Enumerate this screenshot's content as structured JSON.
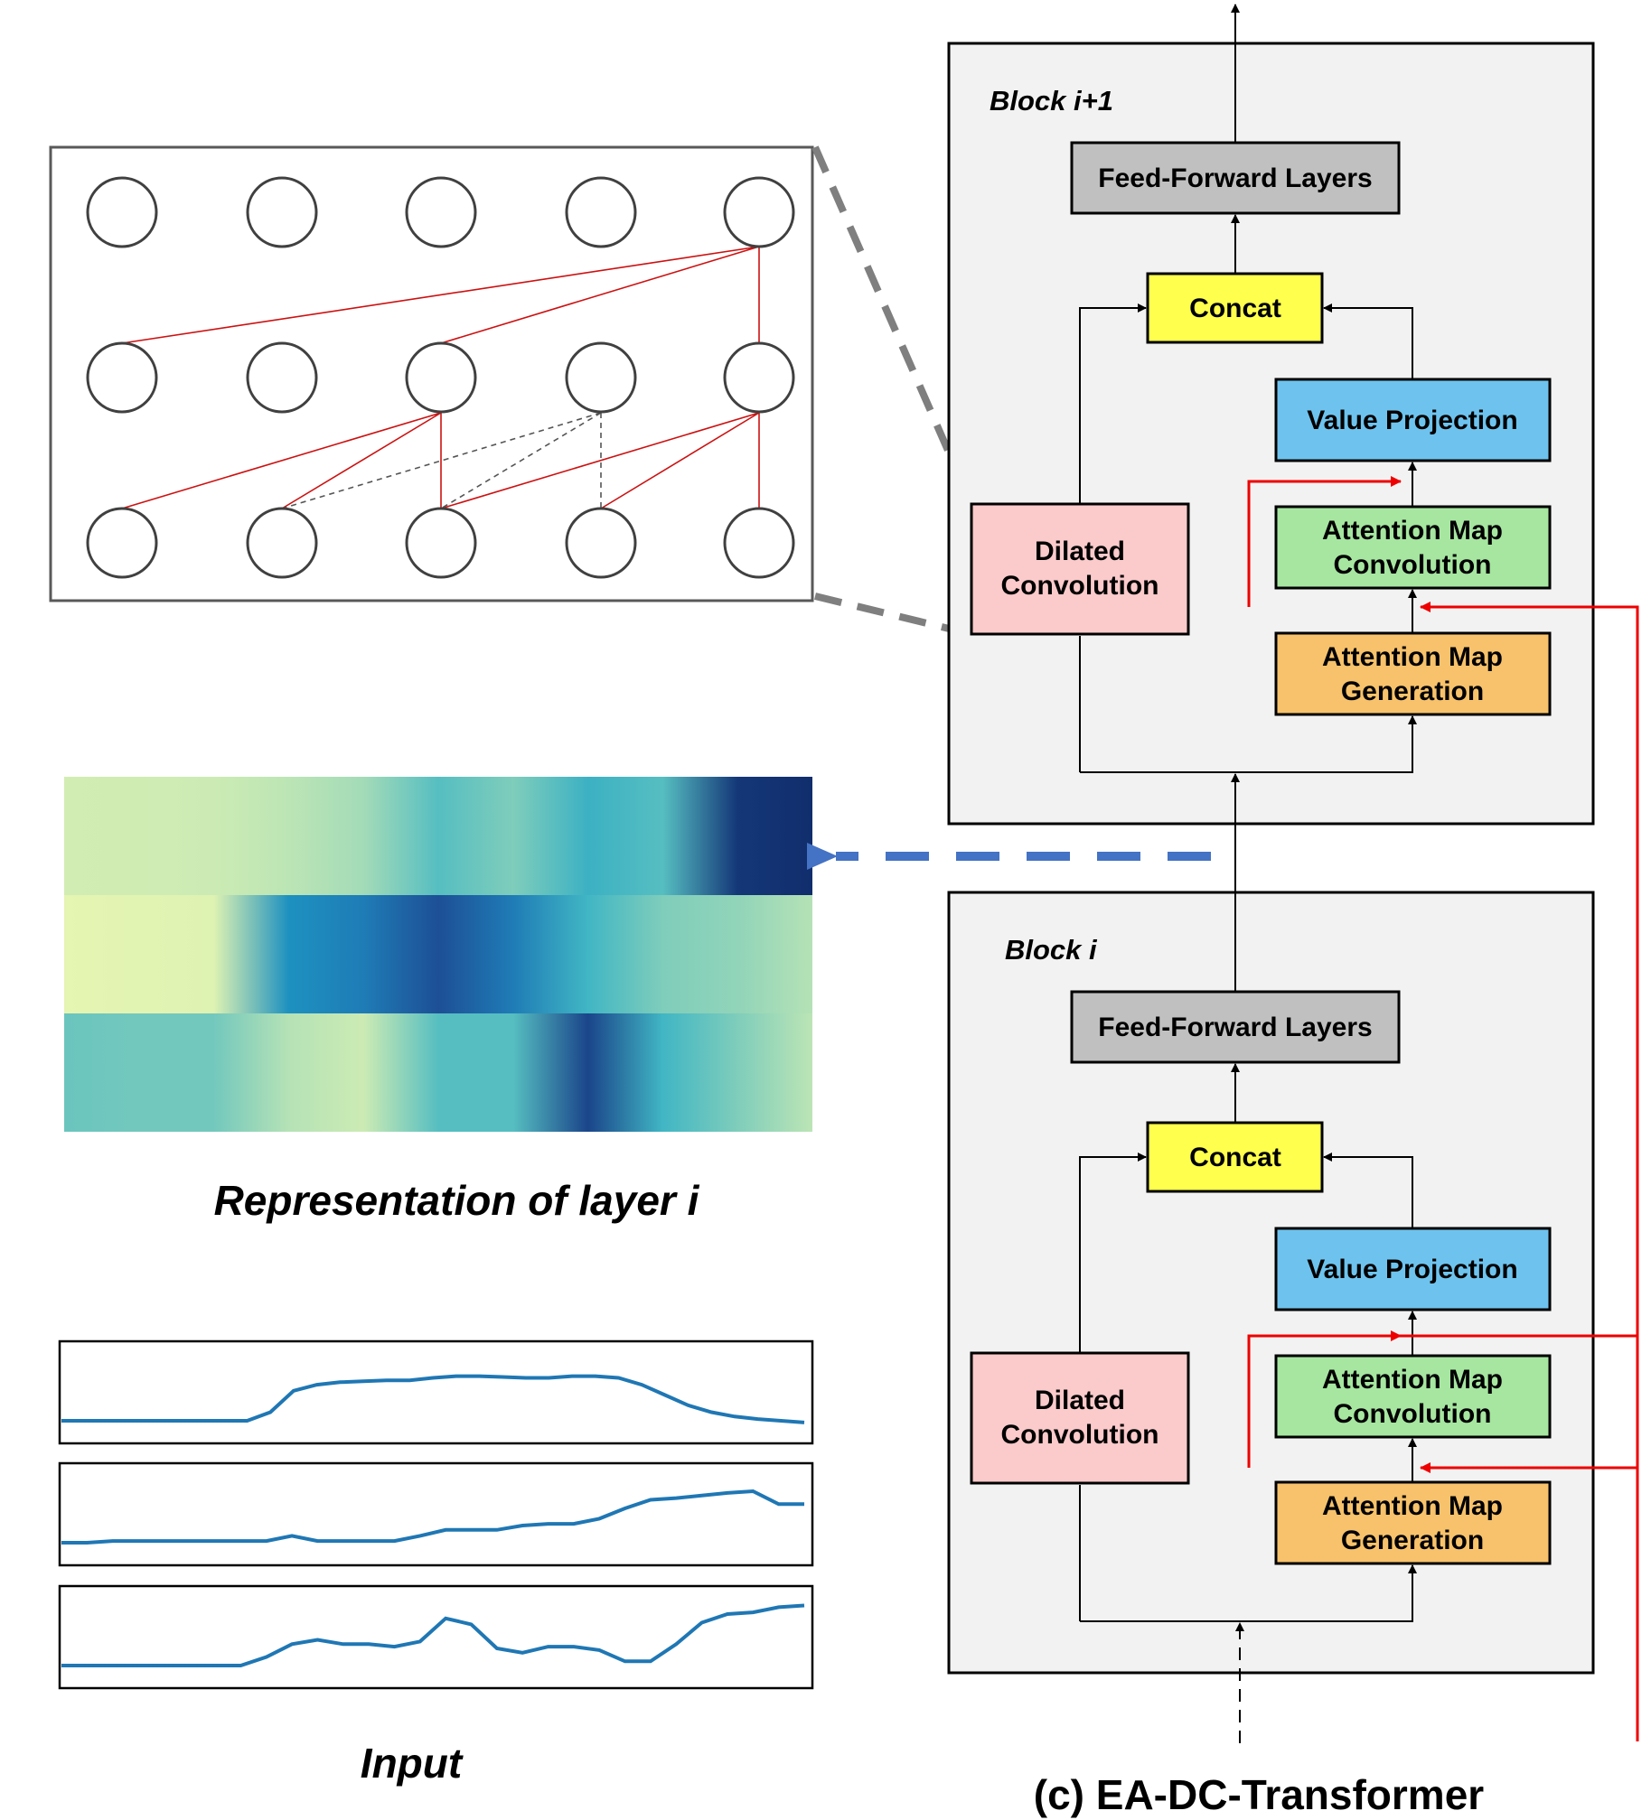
{
  "caption": "(c) EA-DC-Transformer",
  "representation_label": "Representation of layer i",
  "input_label": "Input",
  "colors": {
    "block_bg": "#f2f2f2",
    "ffn": "#c0c0c0",
    "concat": "#ffff4d",
    "value_proj": "#6ec3ee",
    "att_conv": "#a6e6a0",
    "att_gen": "#f7c26b",
    "dilated": "#fbcaca",
    "red_path": "#ee0000",
    "blue_arrow": "#4472c4",
    "zoom_dash": "#7f7f7f",
    "signal_line": "#1f77b4",
    "dilated_edge": "#cc1111",
    "skip_edge": "#555555"
  },
  "blocks": [
    {
      "title": "Block i+1",
      "ffn": "Feed-Forward Layers",
      "concat": "Concat",
      "value_projection": "Value Projection",
      "attention_conv": [
        "Attention Map",
        "Convolution"
      ],
      "attention_gen": [
        "Attention Map",
        "Generation"
      ],
      "dilated": [
        "Dilated",
        "Convolution"
      ]
    },
    {
      "title": "Block i",
      "ffn": "Feed-Forward Layers",
      "concat": "Concat",
      "value_projection": "Value Projection",
      "attention_conv": [
        "Attention Map",
        "Convolution"
      ],
      "attention_gen": [
        "Attention Map",
        "Generation"
      ],
      "dilated": [
        "Dilated",
        "Convolution"
      ]
    }
  ],
  "heatmap": {
    "rows": [
      [
        0.18,
        0.2,
        0.22,
        0.28,
        0.35,
        0.55,
        0.45,
        0.62,
        0.55,
        0.95,
        0.97
      ],
      [
        0.05,
        0.07,
        0.1,
        0.75,
        0.8,
        0.9,
        0.8,
        0.6,
        0.45,
        0.4,
        0.3
      ],
      [
        0.5,
        0.48,
        0.48,
        0.3,
        0.22,
        0.55,
        0.55,
        0.92,
        0.6,
        0.45,
        0.28
      ]
    ]
  },
  "input_signals": [
    [
      0.2,
      0.2,
      0.2,
      0.2,
      0.2,
      0.2,
      0.2,
      0.2,
      0.2,
      0.3,
      0.55,
      0.62,
      0.65,
      0.66,
      0.67,
      0.67,
      0.7,
      0.72,
      0.72,
      0.71,
      0.7,
      0.7,
      0.72,
      0.72,
      0.7,
      0.62,
      0.5,
      0.38,
      0.3,
      0.25,
      0.22,
      0.2,
      0.18
    ],
    [
      0.2,
      0.2,
      0.22,
      0.22,
      0.22,
      0.22,
      0.22,
      0.22,
      0.22,
      0.28,
      0.22,
      0.22,
      0.22,
      0.22,
      0.28,
      0.35,
      0.35,
      0.35,
      0.4,
      0.42,
      0.42,
      0.48,
      0.6,
      0.7,
      0.72,
      0.75,
      0.78,
      0.8,
      0.65,
      0.65
    ],
    [
      0.2,
      0.2,
      0.2,
      0.2,
      0.2,
      0.2,
      0.2,
      0.2,
      0.3,
      0.45,
      0.5,
      0.45,
      0.45,
      0.42,
      0.48,
      0.75,
      0.68,
      0.4,
      0.35,
      0.42,
      0.42,
      0.38,
      0.25,
      0.25,
      0.45,
      0.7,
      0.8,
      0.82,
      0.88,
      0.9
    ]
  ]
}
